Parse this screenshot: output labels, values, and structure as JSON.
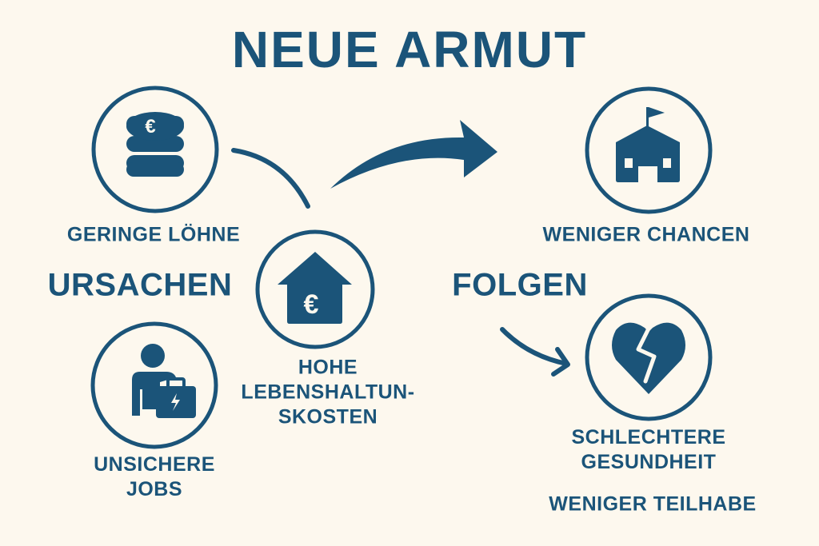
{
  "title": "NEUE ARMUT",
  "accent_color": "#1b5479",
  "background_color": "#fdf8ee",
  "causes": {
    "heading": "URSACHEN",
    "items": [
      {
        "icon": "euro-coins-icon",
        "label": "GERINGE LÖHNE"
      },
      {
        "icon": "euro-house-icon",
        "label_lines": [
          "HOHE",
          "LEBENSHALTUN-",
          "SKOSTEN"
        ]
      },
      {
        "icon": "worker-briefcase-icon",
        "label_lines": [
          "UNSICHERE",
          "JOBS"
        ]
      }
    ]
  },
  "consequences": {
    "heading": "FOLGEN",
    "items": [
      {
        "icon": "school-icon",
        "label": "WENIGER CHANCEN"
      },
      {
        "icon": "broken-heart-icon",
        "label_lines": [
          "SCHLECHTERE",
          "GESUNDHEIT"
        ]
      },
      {
        "label": "WENIGER TEILHABE"
      }
    ]
  }
}
